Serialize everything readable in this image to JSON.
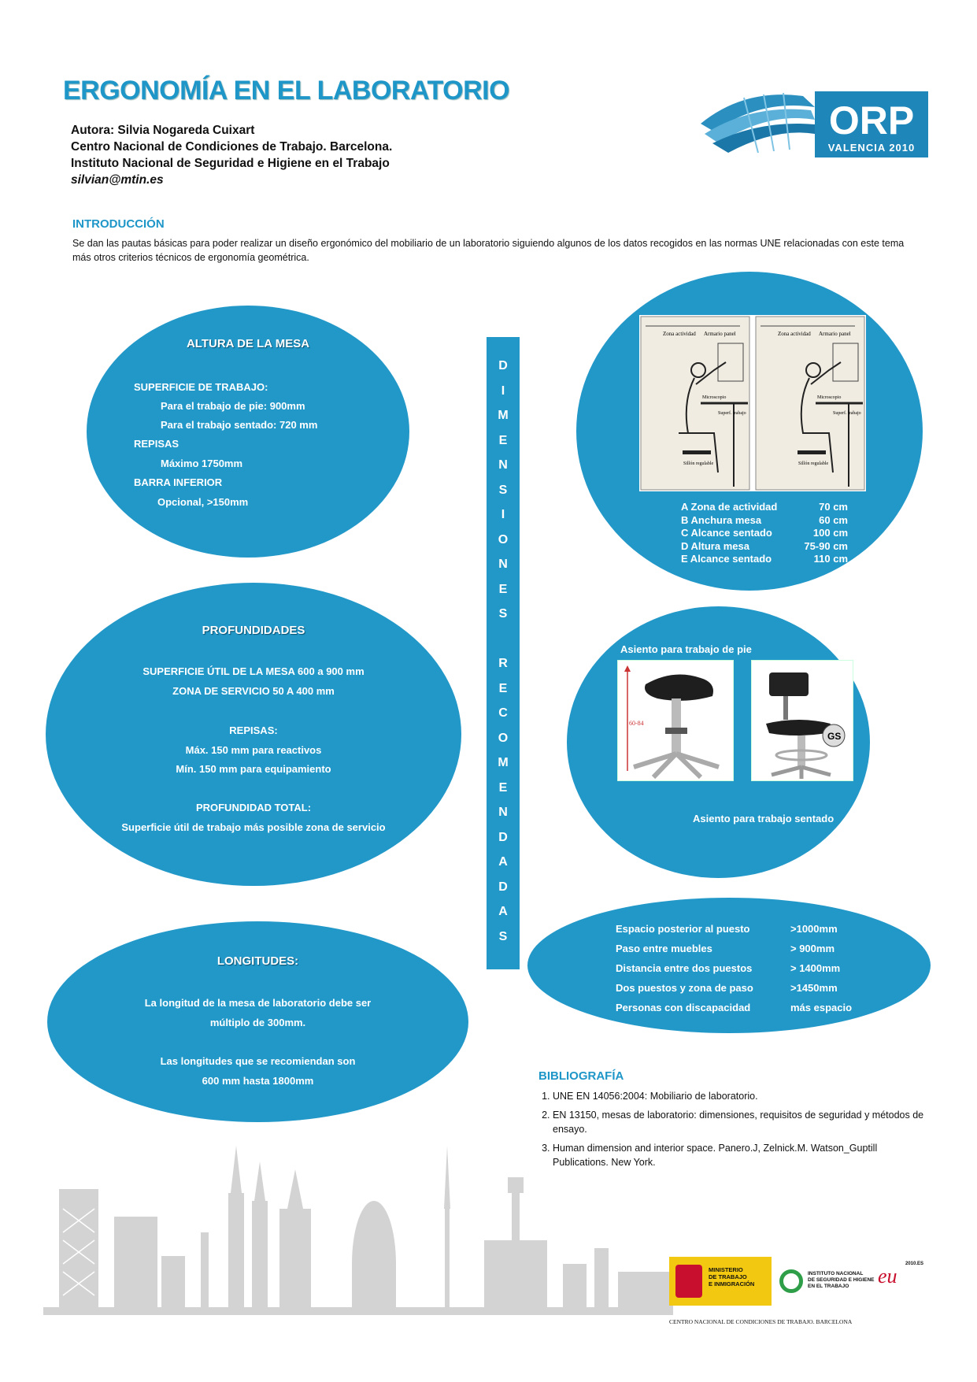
{
  "title": "ERGONOMÍA EN EL LABORATORIO",
  "authors": {
    "author_prefix": "Autora",
    "author_name": ": Silvia Nogareda Cuixart",
    "center": "Centro Nacional de Condiciones de Trabajo. Barcelona.",
    "institute": "Instituto Nacional de Seguridad e Higiene en el Trabajo",
    "email": "silvian@mtin.es"
  },
  "logo": {
    "text": "ORP",
    "sub": "VALENCIA 2010"
  },
  "intro": {
    "heading": "INTRODUCCIÓN",
    "text": "Se dan las pautas básicas para poder realizar un diseño ergonómico del mobiliario de un laboratorio siguiendo algunos de los datos recogidos en las normas UNE relacionadas con este tema más otros criterios técnicos de ergonomía geométrica."
  },
  "altura": {
    "heading": "ALTURA DE LA MESA",
    "lines": [
      "SUPERFICIE DE TRABAJO:",
      "Para el trabajo de pie: 900mm",
      "Para el trabajo sentado:  720 mm",
      "REPISAS",
      "Máximo 1750mm",
      "BARRA INFERIOR",
      "Opcional, >150mm"
    ]
  },
  "profundidades": {
    "heading": "PROFUNDIDADES",
    "lines": [
      "SUPERFICIE ÚTIL DE LA MESA 600  a 900 mm",
      "ZONA DE SERVICIO 50 A 400 mm",
      "REPISAS:",
      "Máx. 150 mm para reactivos",
      "Mín. 150 mm para equipamiento",
      "PROFUNDIDAD TOTAL:",
      "Superficie útil de trabajo más posible zona de servicio"
    ]
  },
  "longitudes": {
    "heading": "LONGITUDES:",
    "lines": [
      "La longitud de la mesa de laboratorio debe ser",
      "múltiplo de 300mm.",
      "Las longitudes que se recomiendan son",
      "600 mm hasta 1800mm"
    ]
  },
  "vertical_letters": [
    "D",
    "I",
    "M",
    "E",
    "N",
    "S",
    "I",
    "O",
    "N",
    "E",
    "S",
    "",
    "R",
    "E",
    "C",
    "O",
    "M",
    "E",
    "N",
    "D",
    "A",
    "D",
    "A",
    "S"
  ],
  "dimensions": {
    "diagram_labels": [
      "Zona actividad",
      "Armario panel",
      "Microscopio",
      "Superf. trabajo",
      "Sillón regulable"
    ],
    "rows": [
      {
        "label": "A  Zona  de  actividad",
        "value": "70   cm"
      },
      {
        "label": "B  Anchura  mesa",
        "value": "60   cm"
      },
      {
        "label": "C  Alcance  sentado",
        "value": "100   cm"
      },
      {
        "label": "D  Altura  mesa",
        "value": "75-90   cm"
      },
      {
        "label": "E  Alcance sentado",
        "value": "110 cm"
      }
    ]
  },
  "asientos": {
    "pie": "Asiento para trabajo de pie",
    "sentado": "Asiento para trabajo sentado",
    "height_mark": "60-84",
    "badge": "GS"
  },
  "espacios": {
    "rows": [
      {
        "label": "Espacio posterior al puesto",
        "value": ">1000mm"
      },
      {
        "label": "Paso entre muebles",
        "value": " > 900mm"
      },
      {
        "label": "Distancia entre dos puestos",
        "value": "> 1400mm"
      },
      {
        "label": "Dos puestos  y zona de paso",
        "value": ">1450mm"
      },
      {
        "label": "Personas con discapacidad",
        "value": "más espacio"
      }
    ]
  },
  "bibliografia": {
    "heading": "BIBLIOGRAFÍA",
    "items": [
      "UNE EN 14056:2004: Mobiliario de laboratorio.",
      "EN 13150, mesas de laboratorio: dimensiones, requisitos de seguridad y métodos de ensayo.",
      "Human dimension and interior space. Panero.J, Zelnick.M. Watson_Guptill Publications. New York."
    ]
  },
  "footer": {
    "ministerio": [
      "MINISTERIO",
      "DE TRABAJO",
      "E INMIGRACIÓN"
    ],
    "insht": [
      "INSTITUTO NACIONAL",
      "DE SEGURIDAD E HIGIENE",
      "EN EL TRABAJO"
    ],
    "eu_mark": "2010.ES",
    "eu_text": "eu",
    "center": "CENTRO NACIONAL DE CONDICIONES DE TRABAJO. BARCELONA"
  },
  "colors": {
    "accent": "#2298c9",
    "title": "#1e96c8",
    "skyline": "#d3d3d3"
  }
}
